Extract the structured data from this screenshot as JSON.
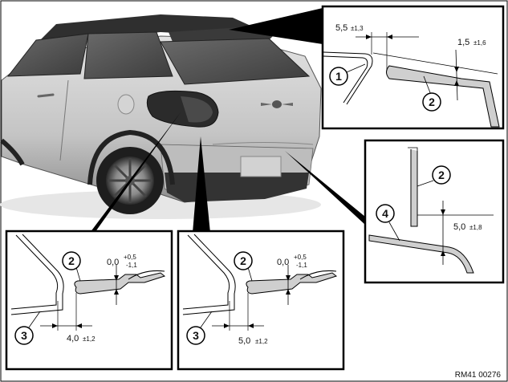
{
  "callouts": {
    "c1": "1",
    "c2": "2",
    "c3": "3",
    "c4": "4"
  },
  "inset_top_right": {
    "dim_gap_value": "5,5",
    "dim_gap_tol": "±1,3",
    "dim_flush_value": "1,5",
    "dim_flush_tol": "±1,6"
  },
  "inset_mid_right": {
    "dim_gap_value": "5,0",
    "dim_gap_tol": "±1,8"
  },
  "inset_bottom_left": {
    "flush_value": "0,0",
    "flush_tol_plus": "+0,5",
    "flush_tol_minus": "-1,1",
    "gap_value": "4,0",
    "gap_tol": "±1,2"
  },
  "inset_bottom_mid": {
    "flush_value": "0,0",
    "flush_tol_plus": "+0,5",
    "flush_tol_minus": "-1,1",
    "gap_value": "5,0",
    "gap_tol": "±1,2"
  },
  "reference_code": "RM41 00276",
  "colors": {
    "car_body": "#c9c9c9",
    "car_roof": "#3a3a3a",
    "glass": "#555555",
    "panel_fill": "#d0d0d0",
    "pointer": "#000000"
  }
}
